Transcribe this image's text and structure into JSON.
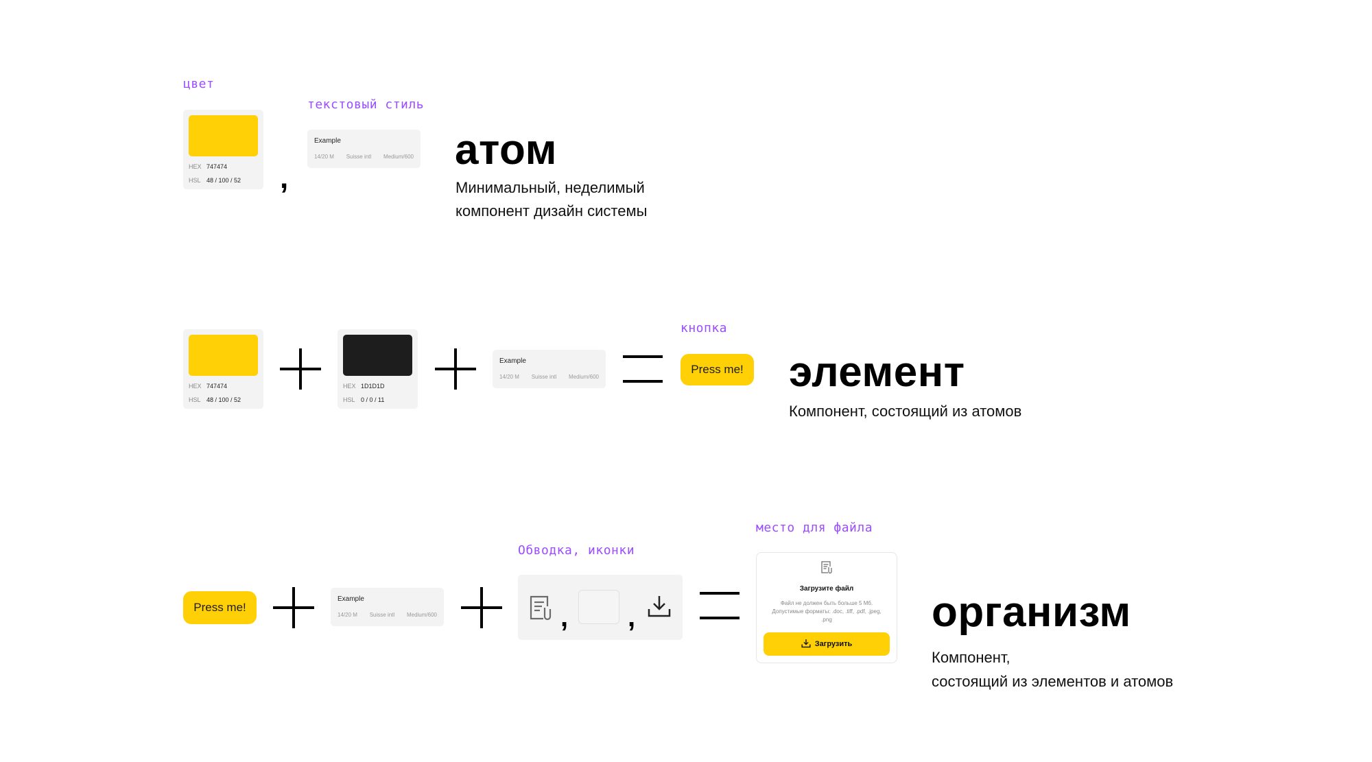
{
  "colors": {
    "yellow": "#FFD005",
    "dark": "#1D1D1D",
    "accent_note": "#9B4DFF",
    "card_bg": "#F3F3F3"
  },
  "atom": {
    "color_note": "цвет",
    "text_style_note": "текстовый стиль",
    "color_card": {
      "hex_label": "HEX",
      "hex_value": "747474",
      "hsl_label": "HSL",
      "hsl_value": "48 / 100 / 52"
    },
    "separator": ",",
    "text_card": {
      "example": "Example",
      "size": "14/20 M",
      "font": "Suisse intl",
      "weight": "Medium/600"
    },
    "heading": "атом",
    "description": [
      "Минимальный, неделимый",
      "компонент дизайн системы"
    ]
  },
  "element": {
    "yellow_card": {
      "hex_label": "HEX",
      "hex_value": "747474",
      "hsl_label": "HSL",
      "hsl_value": "48 / 100 / 52"
    },
    "dark_card": {
      "hex_label": "HEX",
      "hex_value": "1D1D1D",
      "hsl_label": "HSL",
      "hsl_value": "0 / 0 / 11"
    },
    "text_card": {
      "example": "Example",
      "size": "14/20 M",
      "font": "Suisse intl",
      "weight": "Medium/600"
    },
    "button_note": "кнопка",
    "button_label": "Press me!",
    "heading": "элемент",
    "description": "Компонент, состоящий из атомов"
  },
  "organism": {
    "button_label": "Press me!",
    "text_card": {
      "example": "Example",
      "size": "14/20 M",
      "font": "Suisse intl",
      "weight": "Medium/600"
    },
    "icons_note": "Обводка, иконки",
    "icons": [
      "file-attachment-icon",
      "outline-sample",
      "download-icon"
    ],
    "separator": ",",
    "file_note": "место для файла",
    "upload_card": {
      "title": "Загрузите файл",
      "hint_line1": "Файл не должен быть больше 5 Мб.",
      "hint_line2": "Допустимые форматы: .doc, .tiff, .pdf, .jpeg,",
      "hint_line3": ".png",
      "button_label": "Загрузить"
    },
    "heading": "организм",
    "description": [
      "Компонент,",
      "состоящий из элементов и атомов"
    ]
  }
}
